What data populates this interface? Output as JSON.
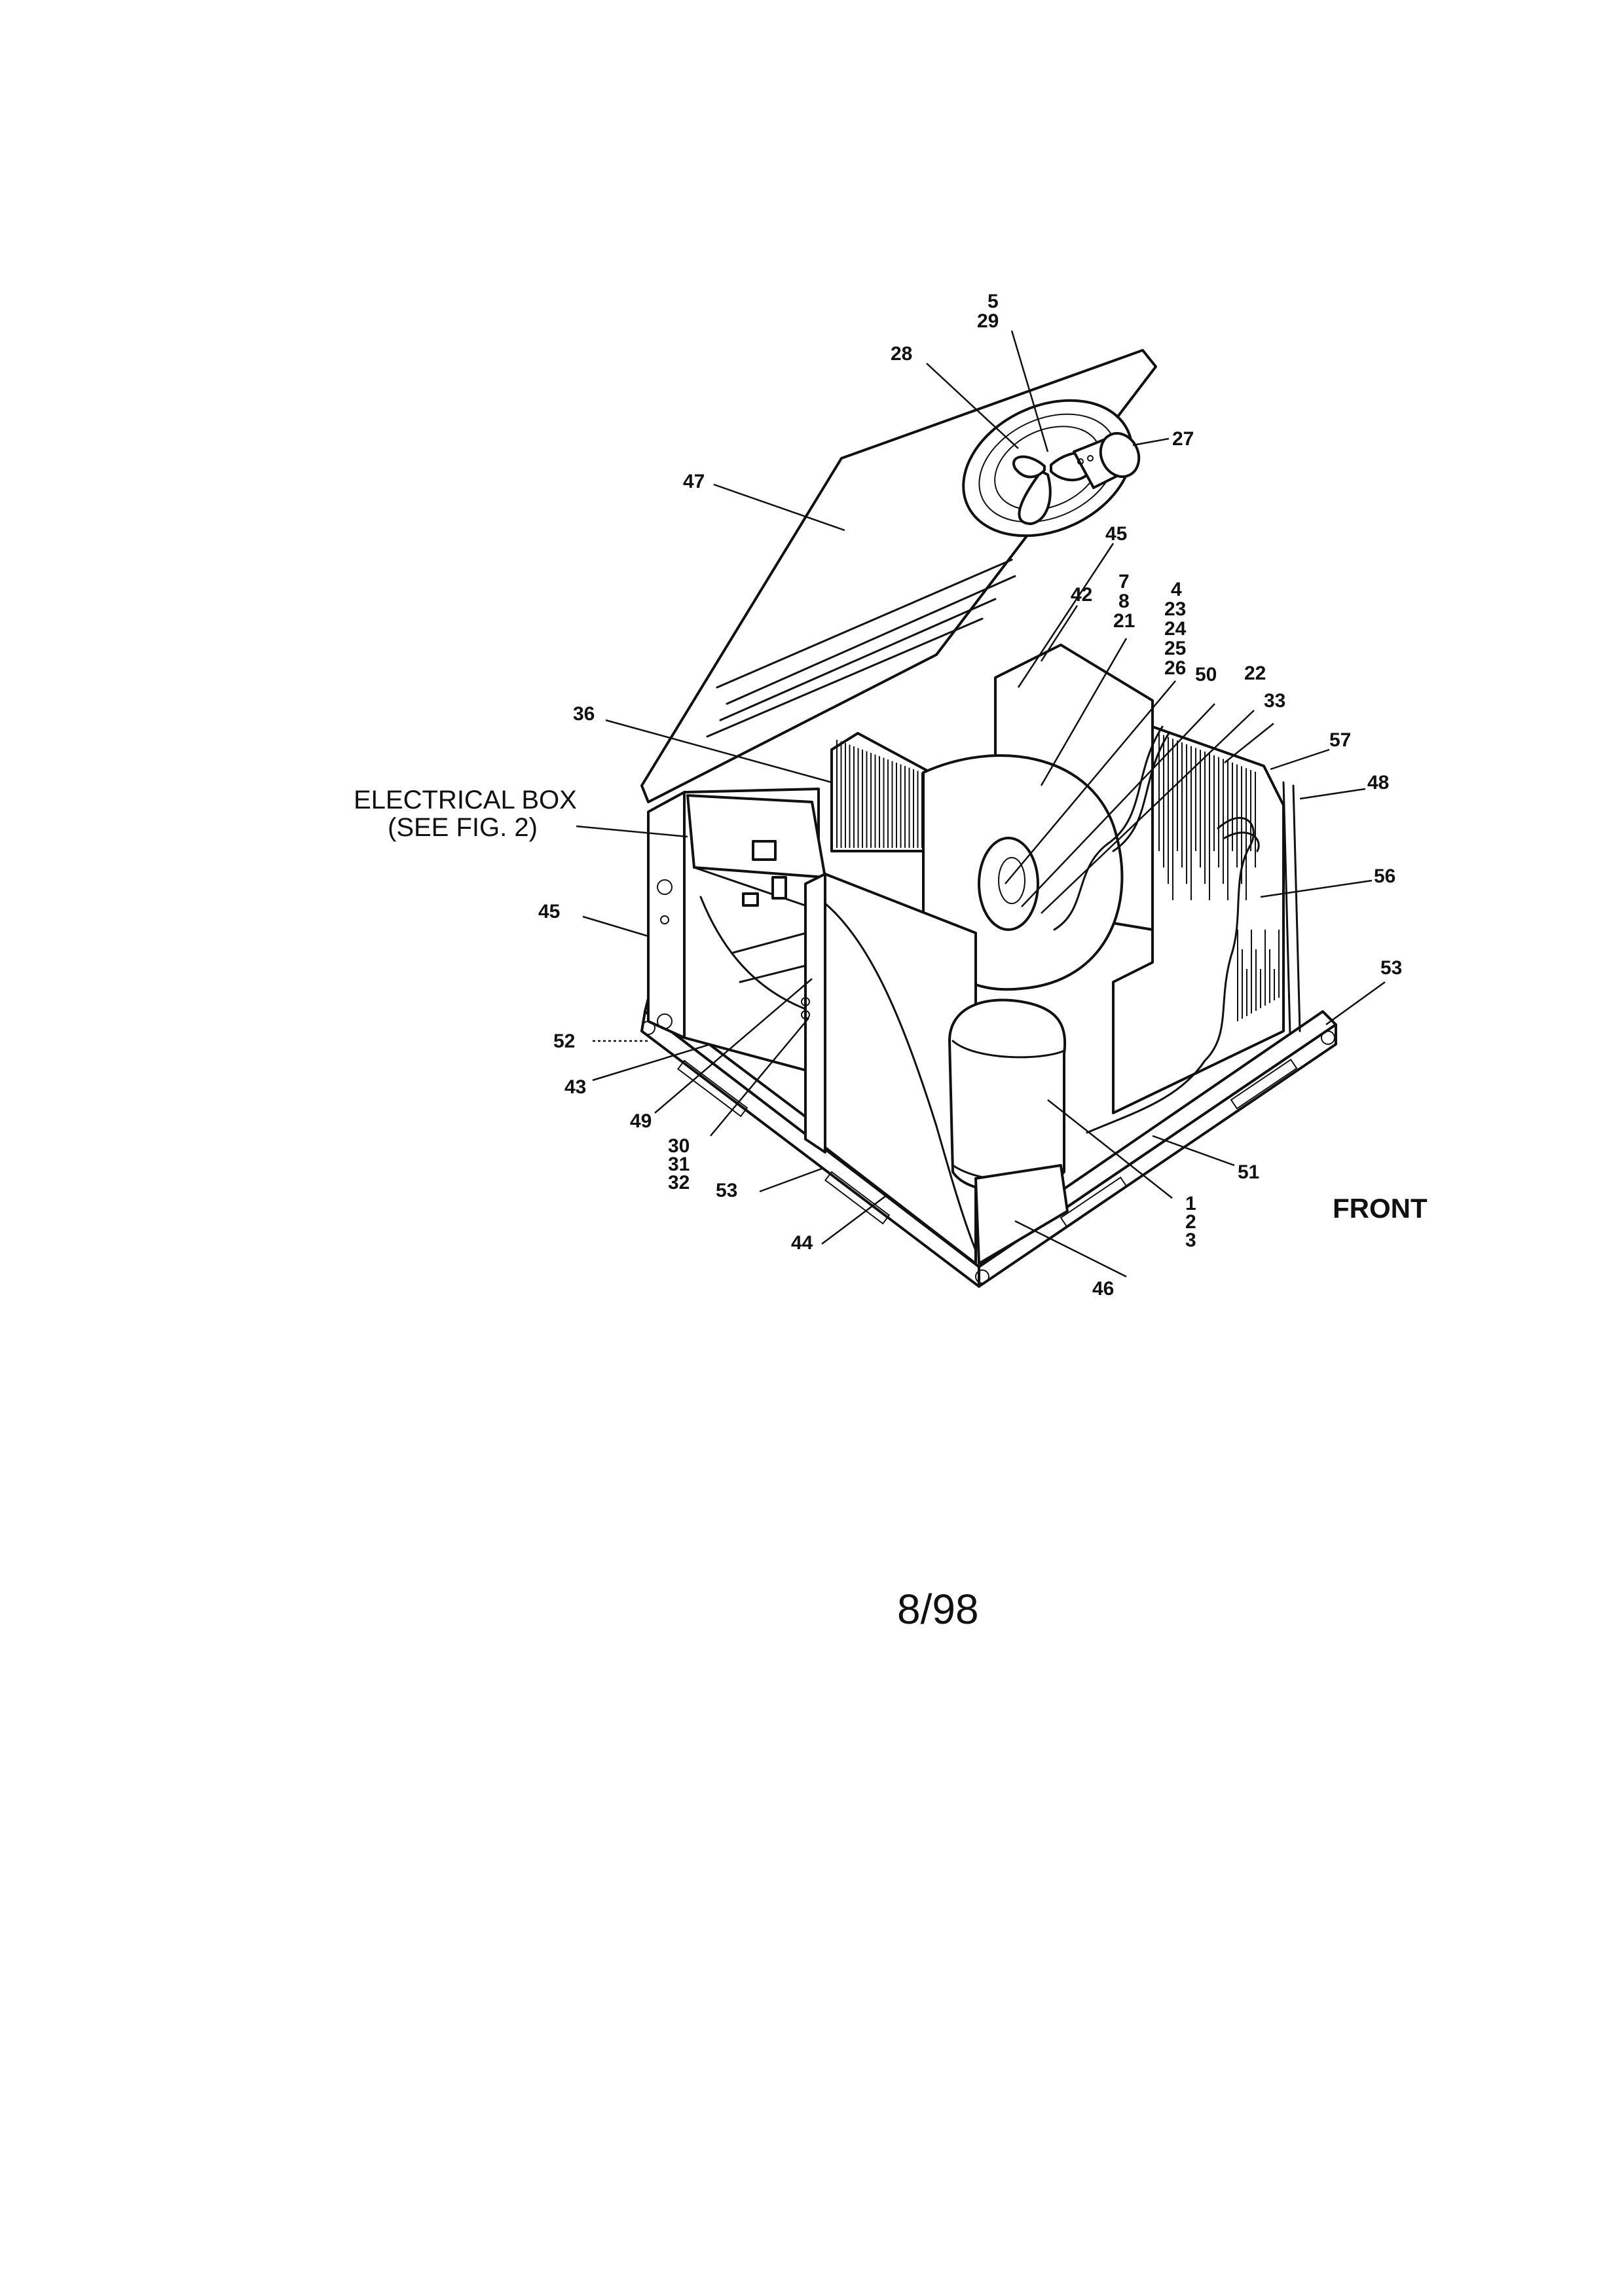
{
  "figure": {
    "date_code": "8/98",
    "front_label": "FRONT",
    "electrical_box": {
      "line1": "ELECTRICAL BOX",
      "line2": "(SEE FIG. 2)"
    }
  },
  "callouts": {
    "c5": "5",
    "c29": "29",
    "c28": "28",
    "c27": "27",
    "c47": "47",
    "c45top": "45",
    "c7": "7",
    "c8": "8",
    "c21": "21",
    "c42": "42",
    "c4": "4",
    "c23": "23",
    "c24": "24",
    "c25": "25",
    "c26": "26",
    "c50": "50",
    "c22": "22",
    "c33": "33",
    "c57": "57",
    "c48": "48",
    "c36": "36",
    "c56": "56",
    "c45left": "45",
    "c53right": "53",
    "c52": "52",
    "c43": "43",
    "c49": "49",
    "c30": "30",
    "c31": "31",
    "c32": "32",
    "c53left": "53",
    "c51": "51",
    "c1": "1",
    "c2": "2",
    "c3": "3",
    "c44": "44",
    "c46": "46"
  }
}
